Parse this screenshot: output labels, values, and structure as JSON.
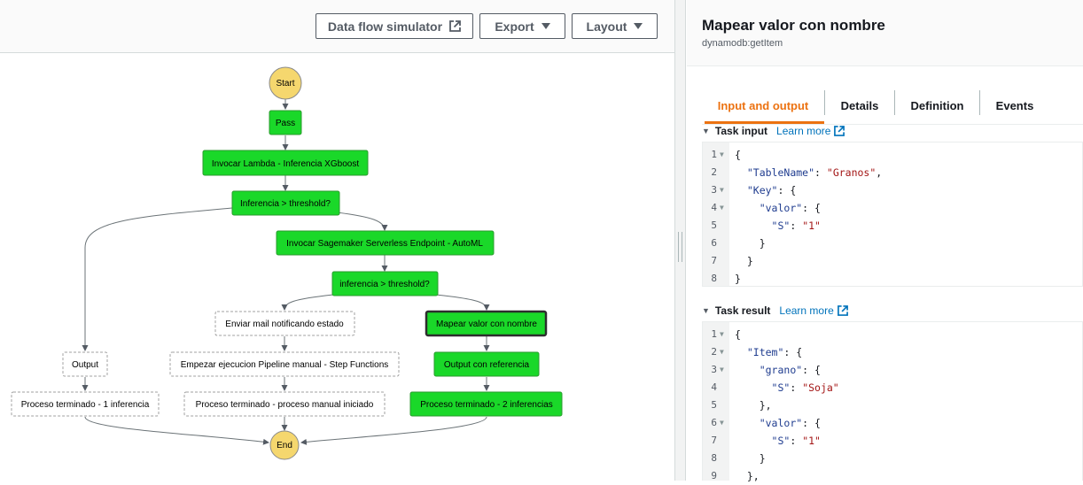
{
  "toolbar": {
    "simulator_label": "Data flow simulator",
    "export_label": "Export",
    "layout_label": "Layout"
  },
  "graph": {
    "nodes": {
      "start": "Start",
      "pass": "Pass",
      "lambda": "Invocar Lambda - Inferencia XGboost",
      "choice1": "Inferencia > threshold?",
      "sagemaker": "Invocar Sagemaker Serverless Endpoint - AutoML",
      "choice2": "inferencia > threshold?",
      "mail": "Enviar mail notificando estado",
      "mapear": "Mapear valor con nombre",
      "output": "Output",
      "pipeline": "Empezar ejecucion Pipeline manual - Step Functions",
      "output_ref": "Output con referencia",
      "proc1": "Proceso terminado - 1 inferencia",
      "proc_manual": "Proceso terminado - proceso manual iniciado",
      "proc2": "Proceso terminado - 2 inferencias",
      "end": "End"
    },
    "colors": {
      "success": "#1ad829",
      "start_end": "#f5d76e",
      "not_run_border": "#a0a0a0"
    }
  },
  "panel": {
    "title": "Mapear valor con nombre",
    "subtitle": "dynamodb:getItem",
    "tabs": [
      "Input and output",
      "Details",
      "Definition",
      "Events"
    ],
    "active_tab": "Input and output",
    "input_section": {
      "label": "Task input",
      "learn_more": "Learn more"
    },
    "result_section": {
      "label": "Task result",
      "learn_more": "Learn more"
    },
    "task_input_lines": [
      {
        "n": "1",
        "fold": true,
        "text": "{"
      },
      {
        "n": "2",
        "fold": false,
        "text": "  \"TableName\": \"Granos\","
      },
      {
        "n": "3",
        "fold": true,
        "text": "  \"Key\": {"
      },
      {
        "n": "4",
        "fold": true,
        "text": "    \"valor\": {"
      },
      {
        "n": "5",
        "fold": false,
        "text": "      \"S\": \"1\""
      },
      {
        "n": "6",
        "fold": false,
        "text": "    }"
      },
      {
        "n": "7",
        "fold": false,
        "text": "  }"
      },
      {
        "n": "8",
        "fold": false,
        "text": "}"
      }
    ],
    "task_result_lines": [
      {
        "n": "1",
        "fold": true,
        "text": "{"
      },
      {
        "n": "2",
        "fold": true,
        "text": "  \"Item\": {"
      },
      {
        "n": "3",
        "fold": true,
        "text": "    \"grano\": {"
      },
      {
        "n": "4",
        "fold": false,
        "text": "      \"S\": \"Soja\""
      },
      {
        "n": "5",
        "fold": false,
        "text": "    },"
      },
      {
        "n": "6",
        "fold": true,
        "text": "    \"valor\": {"
      },
      {
        "n": "7",
        "fold": false,
        "text": "      \"S\": \"1\""
      },
      {
        "n": "8",
        "fold": false,
        "text": "    }"
      },
      {
        "n": "9",
        "fold": false,
        "text": "  },"
      }
    ]
  }
}
